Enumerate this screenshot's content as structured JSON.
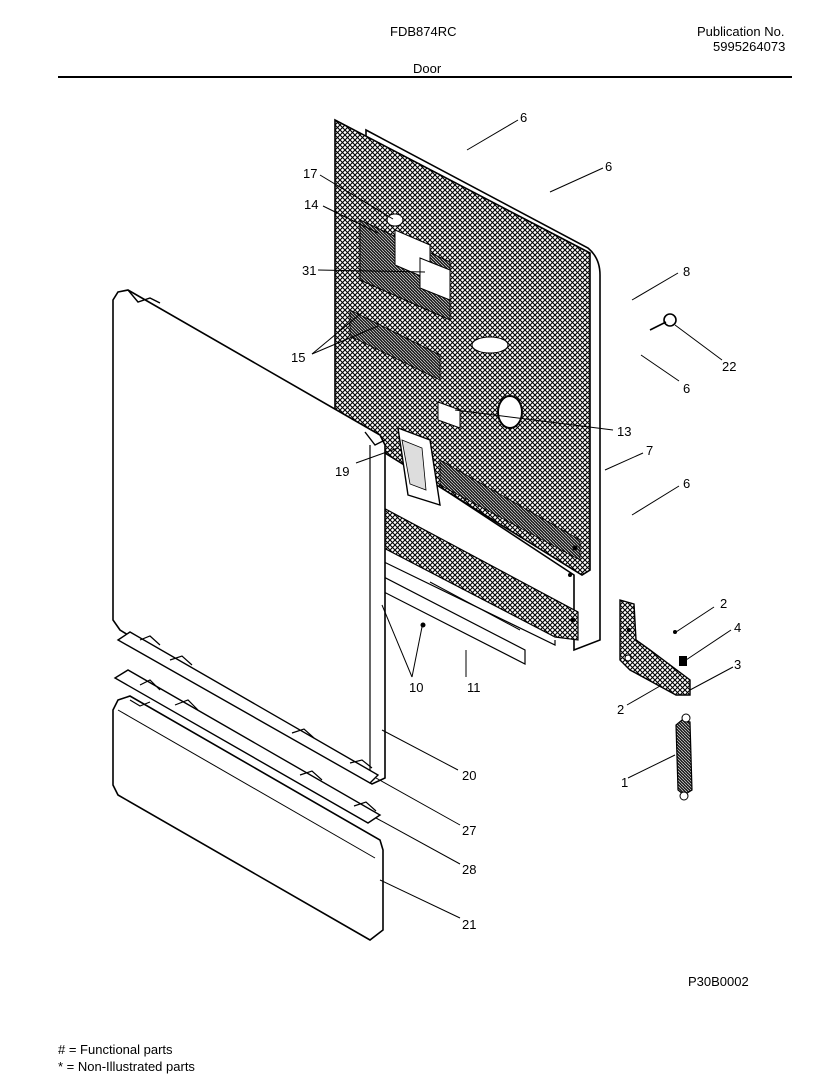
{
  "header": {
    "model": "FDB874RC",
    "publication_label": "Publication No.",
    "publication_number": "5995264073",
    "section": "Door"
  },
  "diagram_code": "P30B0002",
  "legend": {
    "functional": "# = Functional parts",
    "non_illustrated": "*  = Non-Illustrated parts"
  },
  "callouts": {
    "c1": "1",
    "c2a": "2",
    "c2b": "2",
    "c3": "3",
    "c4": "4",
    "c6a": "6",
    "c6b": "6",
    "c6c": "6",
    "c6d": "6",
    "c7": "7",
    "c8": "8",
    "c10": "10",
    "c11": "11",
    "c13": "13",
    "c14": "14",
    "c15": "15",
    "c17": "17",
    "c19": "19",
    "c20": "20",
    "c21": "21",
    "c22": "22",
    "c27": "27",
    "c28": "28",
    "c31": "31"
  }
}
